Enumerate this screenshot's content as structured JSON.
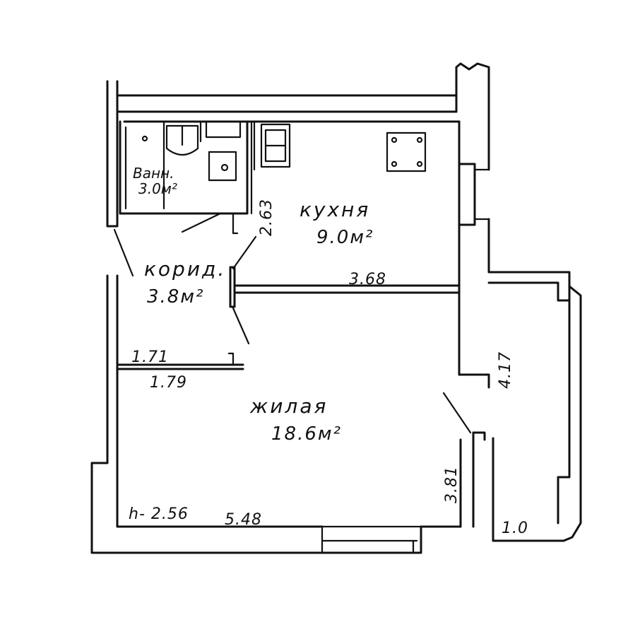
{
  "rooms": {
    "bath": {
      "label": "Ванн.",
      "area": "3.0м²"
    },
    "kitchen": {
      "label": "кухня",
      "area": "9.0м²"
    },
    "corridor": {
      "label": "корид.",
      "area": "3.8м²"
    },
    "living": {
      "label": "жилая",
      "area": "18.6м²"
    }
  },
  "dimensions": {
    "kitchen_height": "2.63",
    "kitchen_width": "3.68",
    "corridor_top": "1.71",
    "corridor_bottom": "1.79",
    "living_side": "4.17",
    "living_right": "3.81",
    "ceiling": "h- 2.56",
    "living_width": "5.48",
    "balcony": "1.0"
  }
}
